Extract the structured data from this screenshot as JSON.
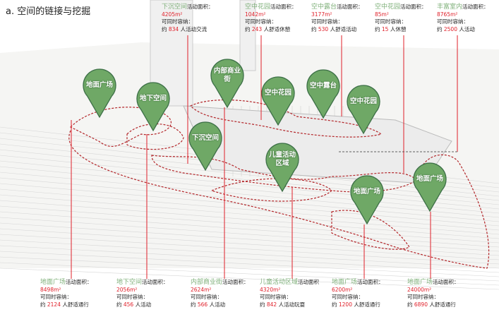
{
  "title": "a. 空间的链接与挖掘",
  "area_suffix": "活动面积：",
  "capacity_label": "可同时容纳：",
  "approx": "约",
  "people": "人",
  "top_blocks": [
    {
      "name": "下沉空间",
      "area": "4205m²",
      "count": "834",
      "activity": "活动交流"
    },
    {
      "name": "空中花园",
      "area": "1042m²",
      "count": "243",
      "activity": "舒适休憩"
    },
    {
      "name": "空中露台",
      "area": "3177m²",
      "count": "530",
      "activity": "舒适活动"
    },
    {
      "name": "空中花园",
      "area": "85m²",
      "count": "15",
      "activity": "休憩"
    },
    {
      "name": "丰富室内",
      "area": "8765m²",
      "count": "2500",
      "activity": "活动"
    }
  ],
  "bottom_blocks": [
    {
      "name": "地面广场",
      "area": "8498m²",
      "count": "2124",
      "activity": "舒适通行"
    },
    {
      "name": "地下空间",
      "area": "2056m²",
      "count": "456",
      "activity": "活动"
    },
    {
      "name": "内部商业街",
      "area": "2624m²",
      "count": "566",
      "activity": "活动"
    },
    {
      "name": "儿童活动区域",
      "area": "4320m²",
      "count": "842",
      "activity": "活动玩耍",
      "suffix": "活动面积"
    },
    {
      "name": "地面广场",
      "area": "6200m²",
      "count": "1200",
      "activity": "舒适通行"
    },
    {
      "name": "地面广场",
      "area": "24000m²",
      "count": "6890",
      "activity": "舒适通行"
    }
  ],
  "pins": [
    "地面广场",
    "地下空间",
    "内部商业街",
    "空中花园",
    "空中露台",
    "空中花园",
    "下沉空间",
    "儿童活动区域",
    "地面广场",
    "地面广场"
  ],
  "colors": {
    "pin": "#6fa866",
    "pin_border": "#3d7047",
    "leader": "#e0202a",
    "dashed": "#b3262a"
  }
}
